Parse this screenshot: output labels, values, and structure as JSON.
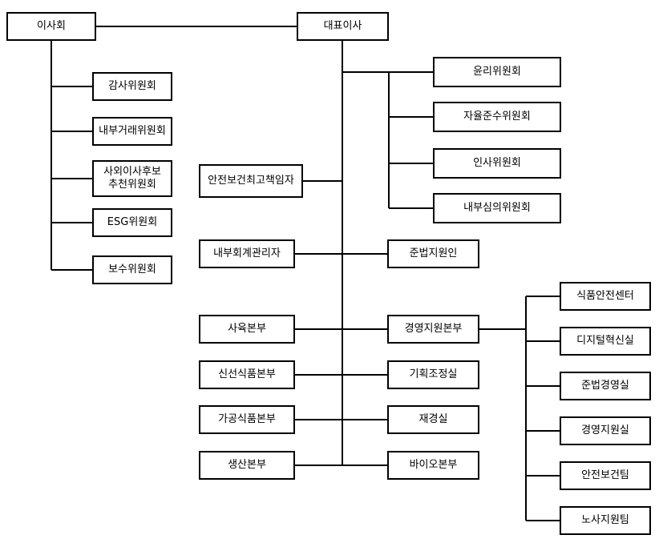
{
  "org_chart": {
    "board": {
      "label": "이사회",
      "committees": [
        "감사위원회",
        "내부거래위원회",
        "사외이사후보\n추천위원회",
        "ESG위원회",
        "보수위원회"
      ]
    },
    "ceo": {
      "label": "대표이사",
      "committees": [
        "윤리위원회",
        "자율준수위원회",
        "인사위원회",
        "내부심의위원회"
      ],
      "officers": {
        "safety_chief": "안전보건최고책임자",
        "accounting_manager": "내부회계관리자",
        "compliance_officer": "준법지원인"
      },
      "divisions_left": [
        "사육본부",
        "신선식품본부",
        "가공식품본부",
        "생산본부"
      ],
      "divisions_right": [
        "경영지원본부",
        "기획조정실",
        "재경실",
        "바이오본부"
      ],
      "support_teams": [
        "식품안전센터",
        "디지털혁신실",
        "준법경영실",
        "경영지원실",
        "안전보건팀",
        "노사지원팀"
      ]
    }
  },
  "colors": {
    "background": "#ffffff",
    "box_border": "#000000",
    "line": "#000000",
    "text": "#000000"
  }
}
